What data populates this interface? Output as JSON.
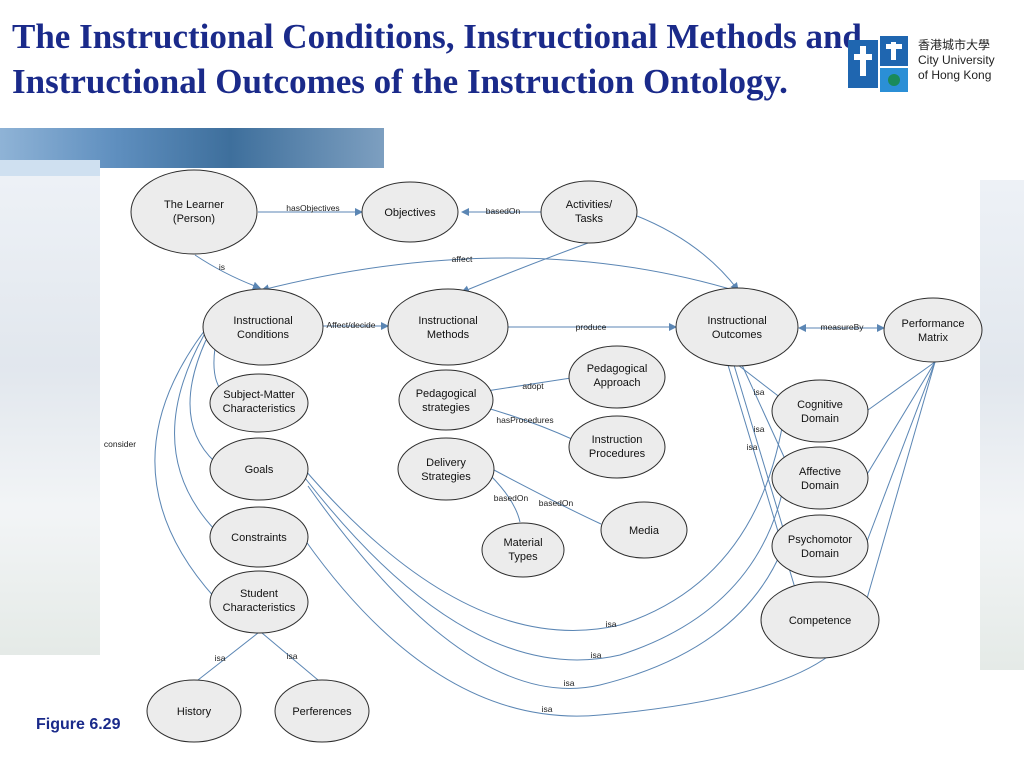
{
  "title": "The Instructional Conditions, Instructional Methods and Instructional Outcomes of the Instruction Ontology.",
  "logo": {
    "line1": "香港城市大學",
    "line2": "City University",
    "line3": "of Hong Kong",
    "color": "#2a73b8"
  },
  "caption": "Figure 6.29",
  "diagram": {
    "nodes": {
      "learner": [
        "The Learner",
        "(Person)"
      ],
      "objectives": [
        "Objectives"
      ],
      "activities": [
        "Activities/",
        "Tasks"
      ],
      "conditions": [
        "Instructional",
        "Conditions"
      ],
      "methods": [
        "Instructional",
        "Methods"
      ],
      "outcomes": [
        "Instructional",
        "Outcomes"
      ],
      "matrix": [
        "Performance",
        "Matrix"
      ],
      "subject": [
        "Subject-Matter",
        "Characteristics"
      ],
      "goals": [
        "Goals"
      ],
      "constraints": [
        "Constraints"
      ],
      "student": [
        "Student",
        "Characteristics"
      ],
      "history": [
        "History"
      ],
      "perferences": [
        "Perferences"
      ],
      "pedstrat": [
        "Pedagogical",
        "strategies"
      ],
      "pedapp": [
        "Pedagogical",
        "Approach"
      ],
      "proc": [
        "Instruction",
        "Procedures"
      ],
      "delivery": [
        "Delivery",
        "Strategies"
      ],
      "material": [
        "Material",
        "Types"
      ],
      "media": [
        "Media"
      ],
      "cognitive": [
        "Cognitive",
        "Domain"
      ],
      "affective": [
        "Affective",
        "Domain"
      ],
      "psycho": [
        "Psychomotor",
        "Domain"
      ],
      "competence": [
        "Competence"
      ]
    },
    "edge_labels": {
      "hasObjectives": "hasObjectives",
      "basedOn": "basedOn",
      "affect": "affect",
      "is": "is",
      "affectDecide": "Affect/decide",
      "produce": "produce",
      "measureBy": "measureBy",
      "adopt": "adopt",
      "hasProcedures": "hasProcedures",
      "consider": "consider",
      "isa": "isa"
    }
  }
}
